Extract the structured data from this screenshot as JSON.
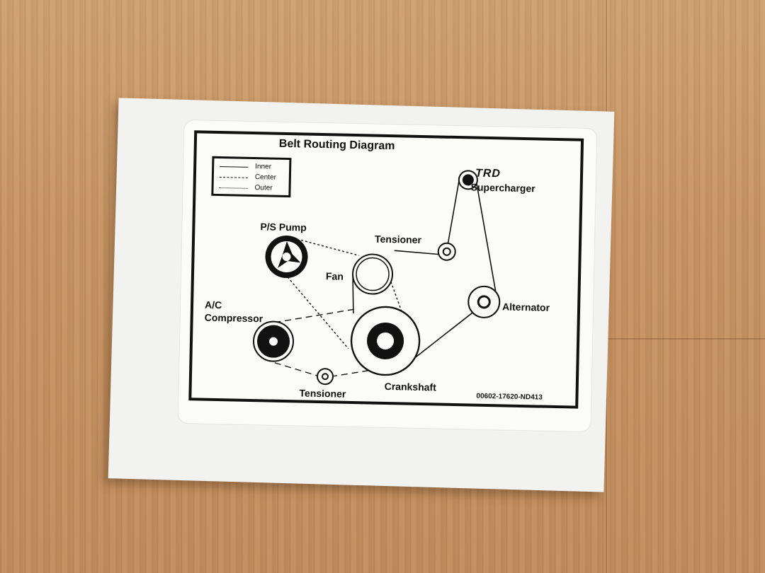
{
  "sticker": {
    "title": "Belt Routing Diagram",
    "legend": [
      {
        "label": "Inner",
        "style": "solid"
      },
      {
        "label": "Center",
        "style": "dashed"
      },
      {
        "label": "Outer",
        "style": "dotted"
      }
    ],
    "brand": {
      "logo": "TRD",
      "subtitle": "Supercharger"
    },
    "labels": {
      "ps_pump": "P/S Pump",
      "tensioner_top": "Tensioner",
      "fan": "Fan",
      "alternator": "Alternator",
      "ac_line1": "A/C",
      "ac_line2": "Compressor",
      "tensioner_bottom": "Tensioner",
      "crankshaft": "Crankshaft"
    },
    "part_number": "00602-17620-ND413"
  },
  "colors": {
    "ink": "#111111",
    "sticker": "#fbfbfa",
    "backing": "#f2f2f0",
    "wood": "#c99868"
  }
}
